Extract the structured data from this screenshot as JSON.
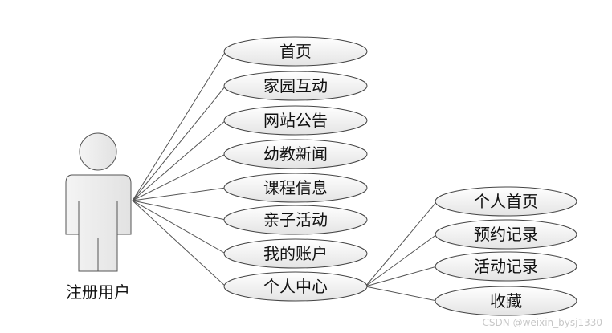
{
  "actor": {
    "label": "注册用户"
  },
  "use_cases": [
    "首页",
    "家园互动",
    "网站公告",
    "幼教新闻",
    "课程信息",
    "亲子活动",
    "我的账户",
    "个人中心"
  ],
  "sub_use_cases": {
    "parent": "个人中心",
    "items": [
      "个人首页",
      "预约记录",
      "活动记录",
      "收藏"
    ]
  },
  "watermark": "CSDN @weixin_bysj1330",
  "colors": {
    "stroke": "#555555",
    "ellipse_fill_top": "#ffffff",
    "ellipse_fill_bottom": "#e6e6e6"
  }
}
